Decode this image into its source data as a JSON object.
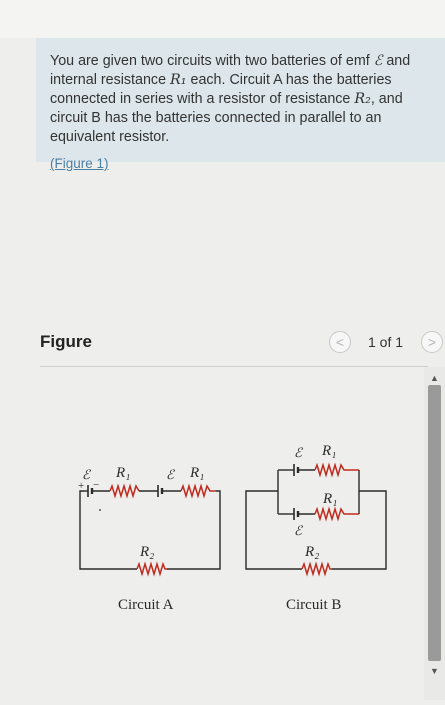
{
  "problem": {
    "line1_before": "You are given two circuits with two batteries of emf",
    "emf_symbol": "ℰ",
    "line1_after": "and",
    "line2_before": "internal resistance",
    "r1_symbol": "R₁",
    "line2_after": "each. Circuit A has the batteries",
    "line3_before": "connected in series with a resistor of resistance",
    "r2_symbol": "R₂",
    "line3_after": ", and",
    "line4": "circuit B has the batteries connected in parallel to an",
    "line5": "equivalent resistor.",
    "figure_link": "(Figure 1)"
  },
  "figure_panel": {
    "title": "Figure",
    "counter": "1 of 1",
    "prev_glyph": "<",
    "next_glyph": ">"
  },
  "circuit_a": {
    "caption": "Circuit A",
    "emf1": "ℰ",
    "r1a": "R₁",
    "emf2": "ℰ",
    "r1b": "R₁",
    "r2": "R₂",
    "plus": "+",
    "minus": "−"
  },
  "circuit_b": {
    "caption": "Circuit B",
    "emf_top": "ℰ",
    "r1_top": "R₁",
    "r1_bottom": "R₁",
    "emf_bottom": "ℰ",
    "r2": "R₂"
  },
  "scrollbar": {
    "up_glyph": "▲",
    "down_glyph": "▼"
  }
}
